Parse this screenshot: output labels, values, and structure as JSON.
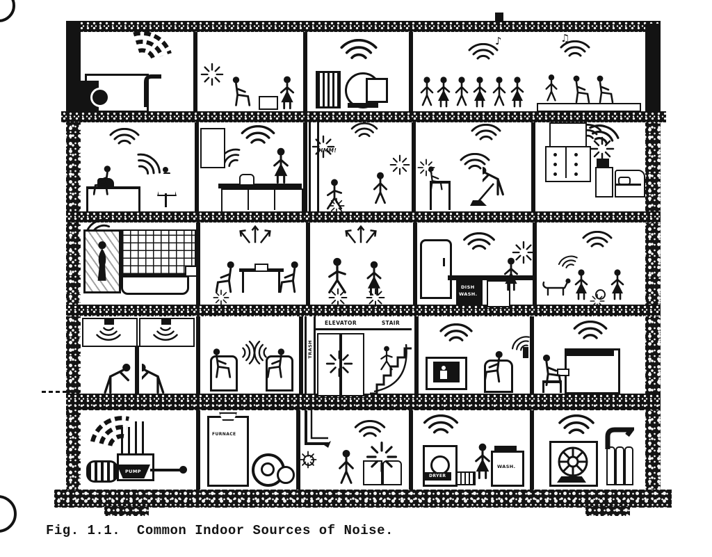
{
  "figure": {
    "caption": "Fig. 1.1.  Common Indoor Sources of Noise."
  },
  "colors": {
    "ink": "#131313",
    "paper": "#ffffff"
  },
  "labels": {
    "elevator": "ELEVATOR",
    "stair": "STAIR",
    "trash_chute": "TRASH",
    "pipe_hum": "HMM!",
    "dishwasher_line1": "DISH",
    "dishwasher_line2": "WASH.",
    "pump": "PUMP",
    "furnace": "FURNACE",
    "dryer": "DRYER",
    "washer": "WASH."
  },
  "icons": {
    "music_note": "♪",
    "music_notes": "♫"
  }
}
